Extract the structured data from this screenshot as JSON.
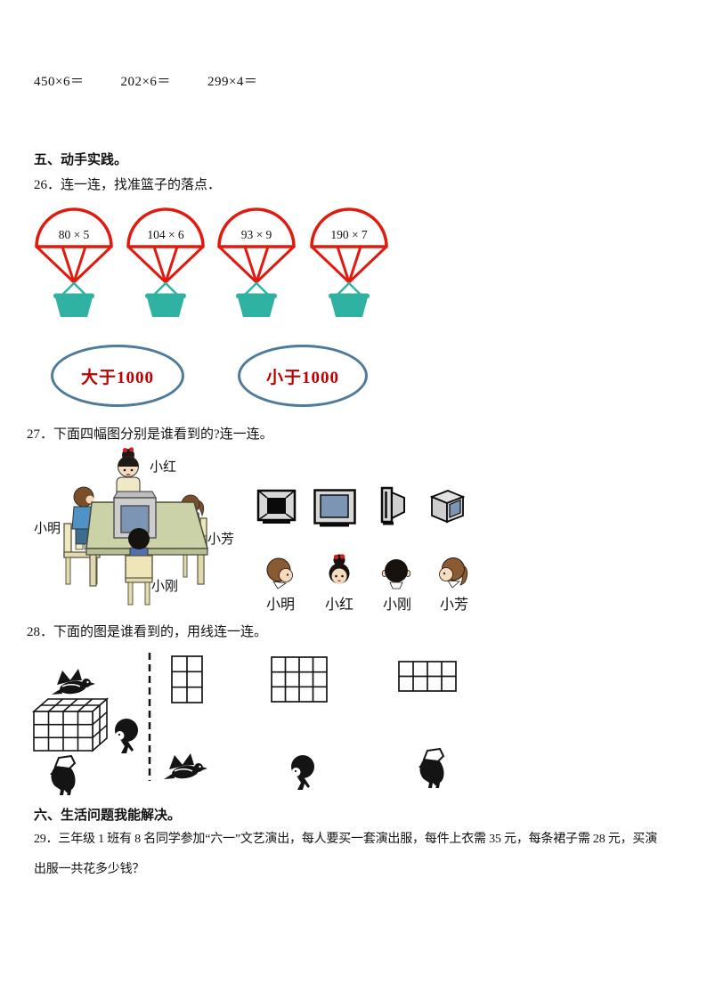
{
  "colors": {
    "parachute_red": "#e11a10",
    "basket_teal": "#2fb2a2",
    "oval_border": "#4e7b9b",
    "oval_text": "#c00000",
    "tv_screen_blue": "#7d95b5"
  },
  "equations": [
    "450×6＝",
    "202×6＝",
    "299×4＝"
  ],
  "section5": {
    "title": "五、动手实践。"
  },
  "q26": {
    "label": "26．连一连，找准篮子的落点．",
    "parachutes": [
      "80 × 5",
      "104 × 6",
      "93 × 9",
      "190 × 7"
    ],
    "oval_left": "大于1000",
    "oval_right": "小于1000"
  },
  "q27": {
    "label": "27．下面四幅图分别是谁看到的?连一连。",
    "scene_labels": {
      "top": "小红",
      "left": "小明",
      "right": "小芳",
      "bottom": "小刚"
    },
    "answer_labels": [
      "小明",
      "小红",
      "小刚",
      "小芳"
    ],
    "view_icons": [
      "tv-back-view",
      "tv-front-view",
      "tv-side-view",
      "tv-three-quarter-view"
    ]
  },
  "q28": {
    "label": "28．下面的图是谁看到的，用线连一连。",
    "left_scene_icons": [
      "bird-above",
      "cuboid-4x3x2",
      "woman-right",
      "photographer-front"
    ],
    "grids": [
      "2x3",
      "4x3",
      "4x2"
    ],
    "bottom_icons": [
      "bird",
      "woman",
      "photographer"
    ]
  },
  "section6": {
    "title": "六、生活问题我能解决。"
  },
  "q29": {
    "line1": "29．三年级 1 班有 8 名同学参加“六一”文艺演出，每人要买一套演出服，每件上衣需 35 元，每条裙子需 28 元，买演",
    "line2": "出服一共花多少钱？"
  }
}
